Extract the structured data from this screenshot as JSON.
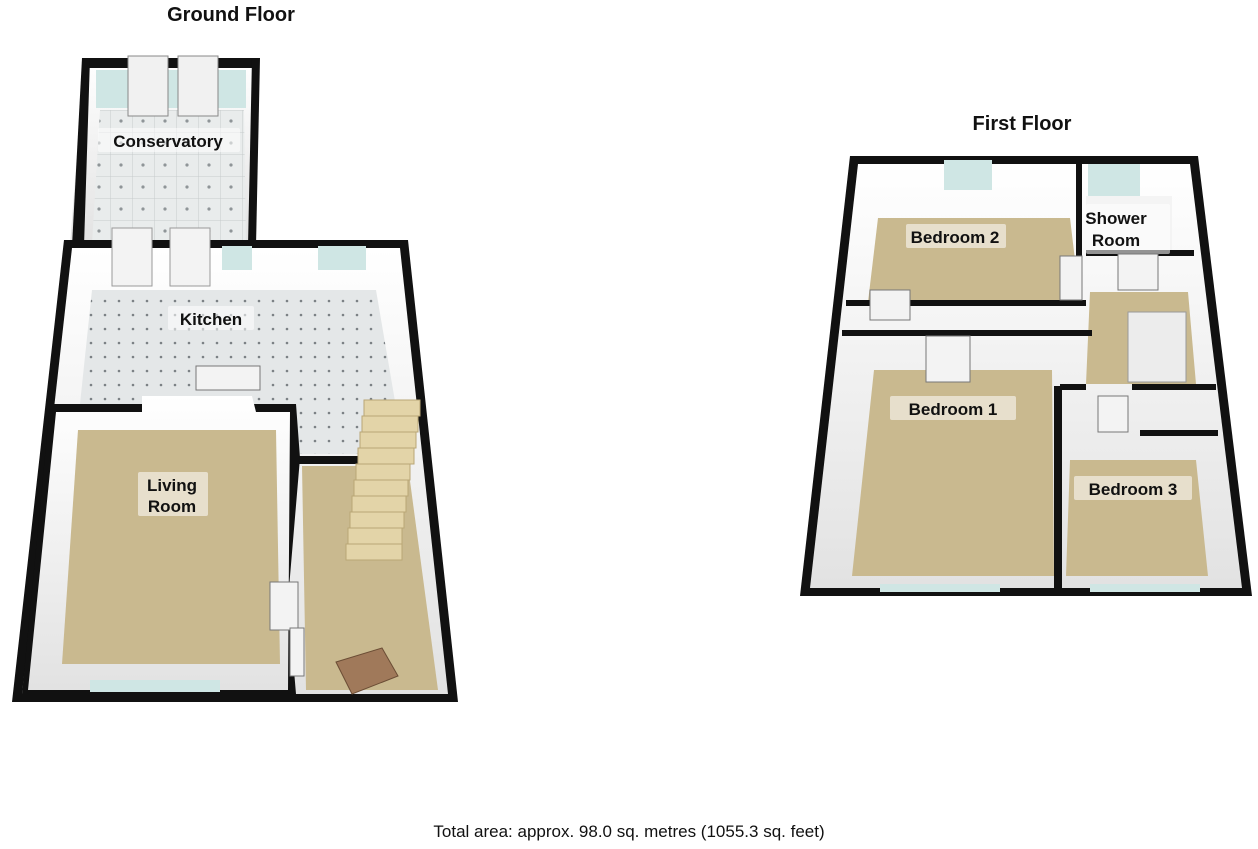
{
  "ground_floor": {
    "title": "Ground Floor",
    "rooms": {
      "conservatory": "Conservatory",
      "kitchen": "Kitchen",
      "living_room_line1": "Living",
      "living_room_line2": "Room"
    }
  },
  "first_floor": {
    "title": "First Floor",
    "rooms": {
      "bedroom2": "Bedroom 2",
      "shower_line1": "Shower",
      "shower_line2": "Room",
      "bedroom1": "Bedroom 1",
      "bedroom3": "Bedroom 3"
    }
  },
  "footer": {
    "total_area": "Total area: approx. 98.0 sq. metres (1055.3 sq. feet)"
  },
  "colors": {
    "wall": "#111111",
    "carpet": "#c9b98f",
    "tile": "#e6e9ea",
    "window_glass": "#cfe6e4",
    "stairs": "#e3d4a8",
    "front_door": "#a0795a"
  }
}
